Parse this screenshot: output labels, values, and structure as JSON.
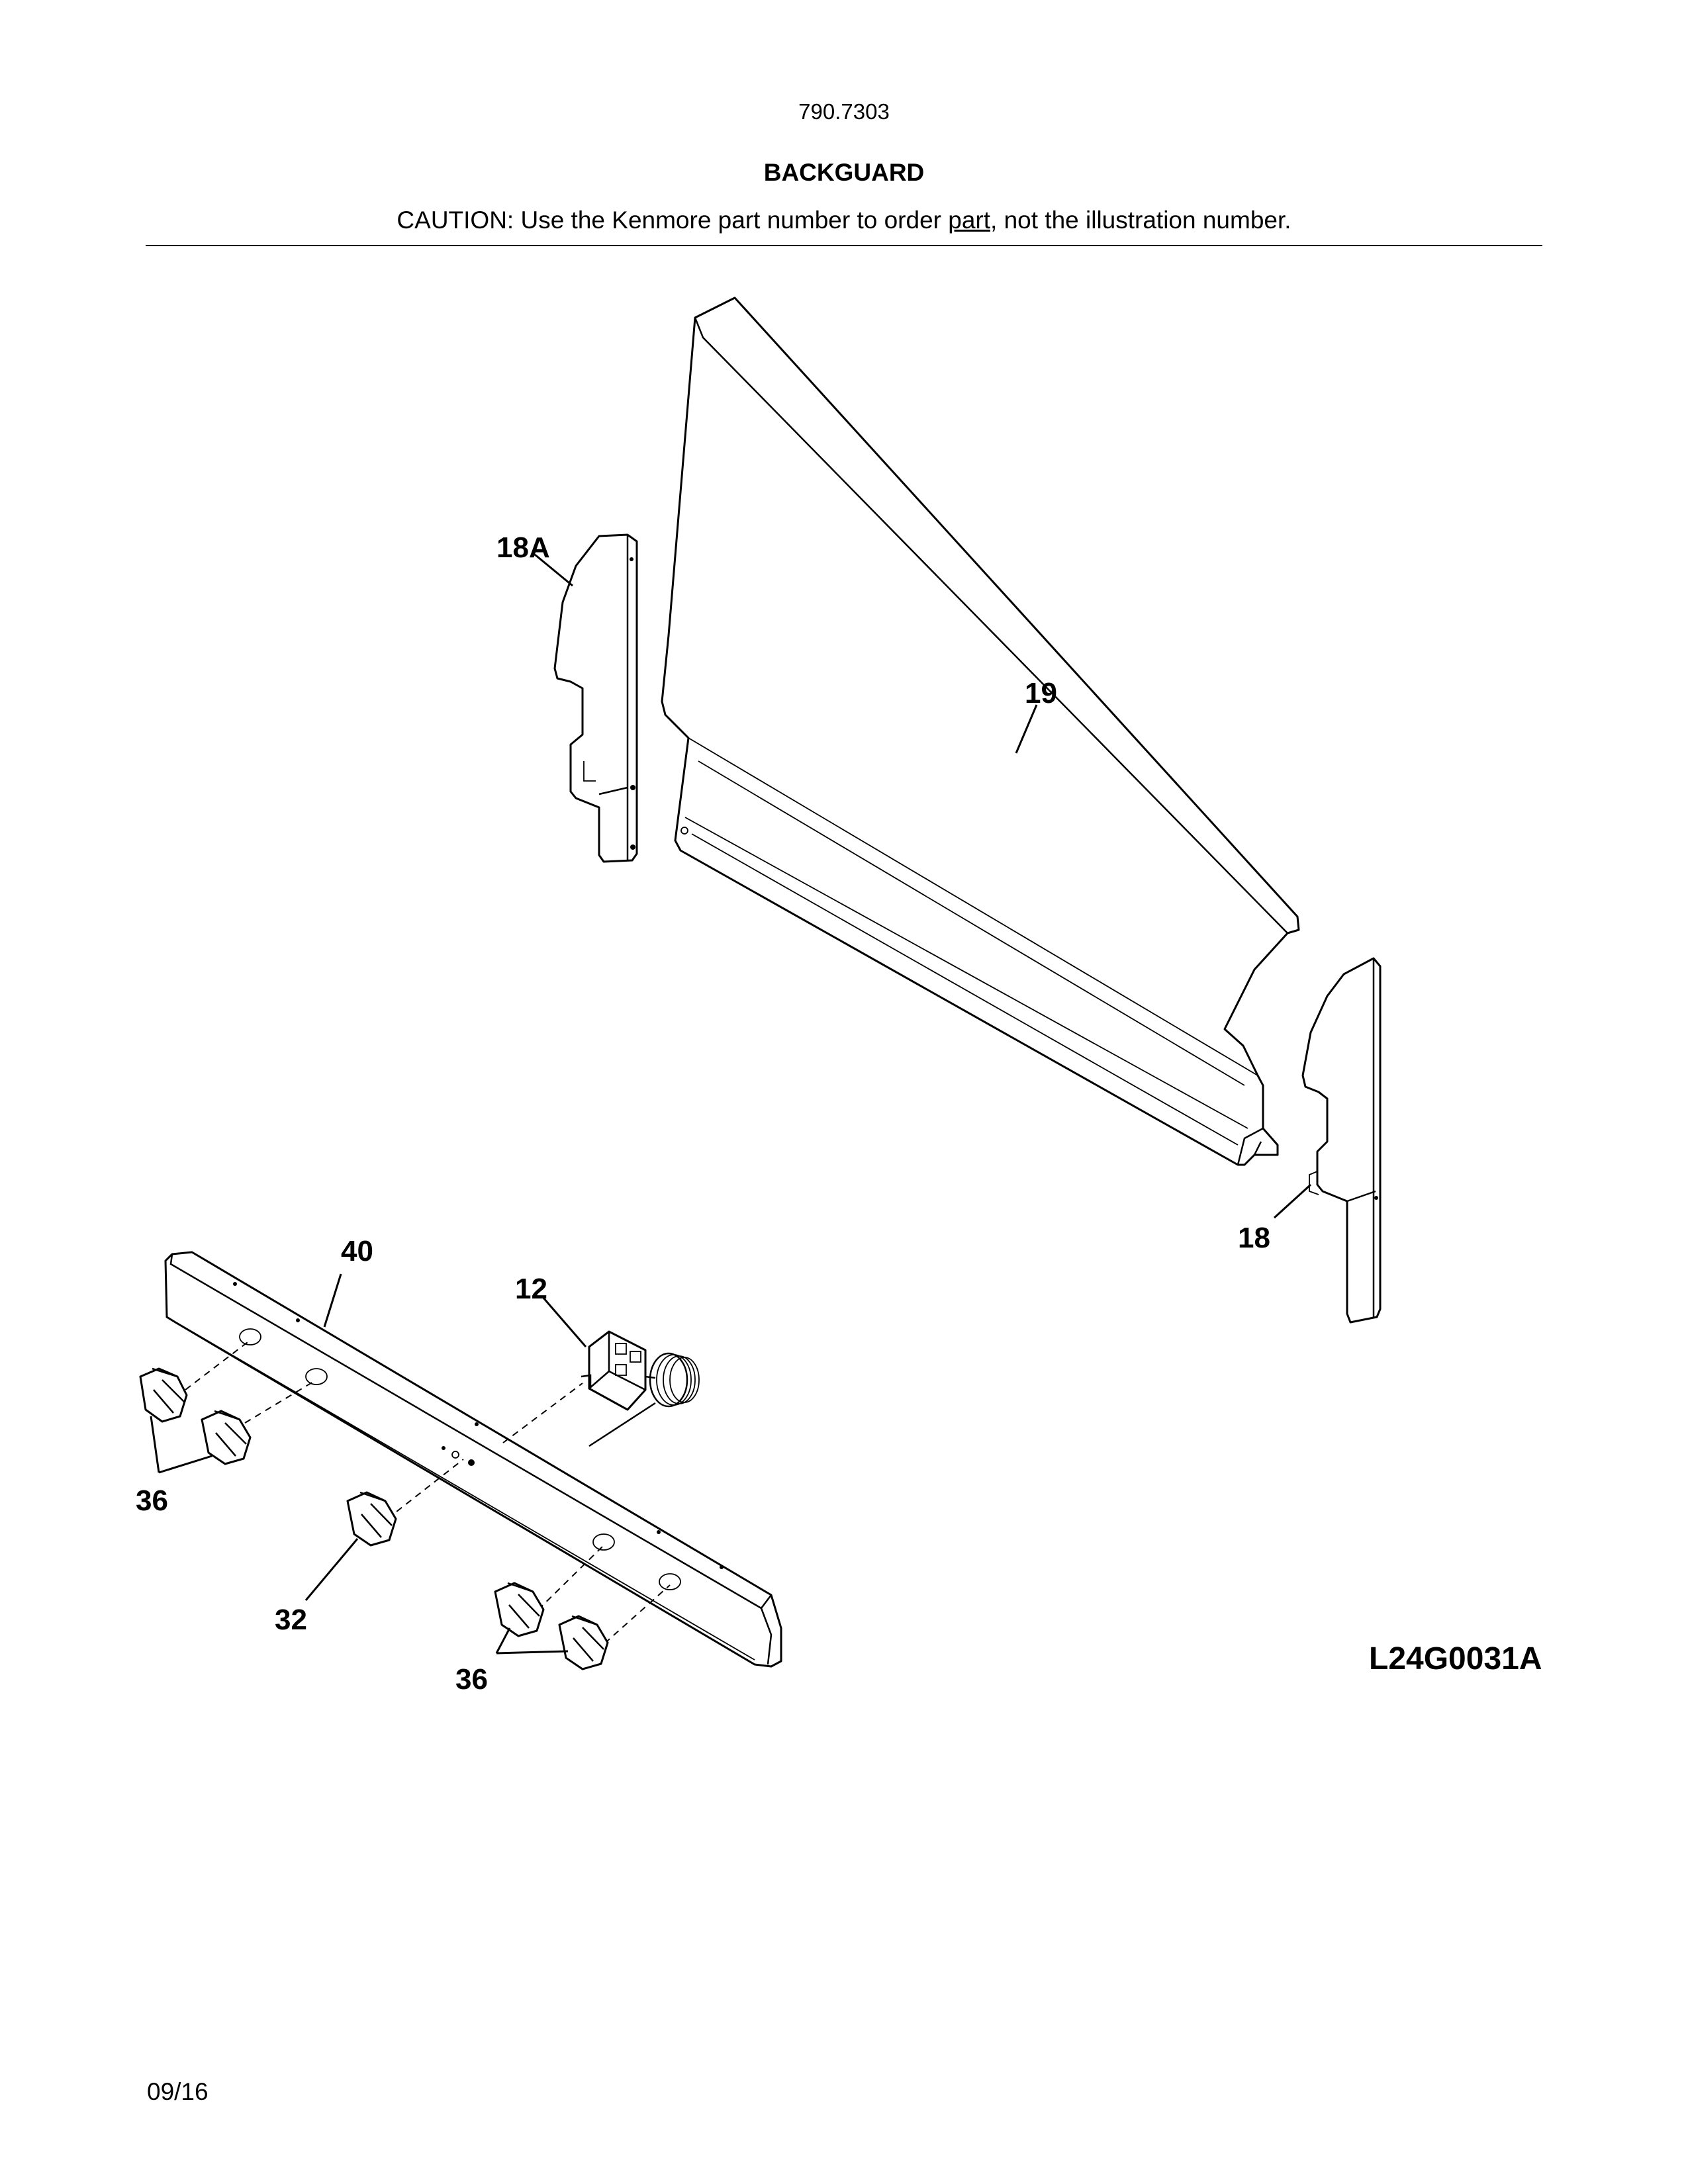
{
  "header": {
    "model_number": "790.7303",
    "section_title": "BACKGUARD",
    "caution_before": "CAUTION: Use the Kenmore part number to order ",
    "caution_underlined": "part",
    "caution_after": ", not the illustration number."
  },
  "callouts": {
    "c18a": "18A",
    "c19": "19",
    "c18": "18",
    "c40": "40",
    "c12": "12",
    "c36_left": "36",
    "c32": "32",
    "c36_right": "36"
  },
  "figure_id": "L24G0031A",
  "footer": {
    "date": "09/16"
  }
}
